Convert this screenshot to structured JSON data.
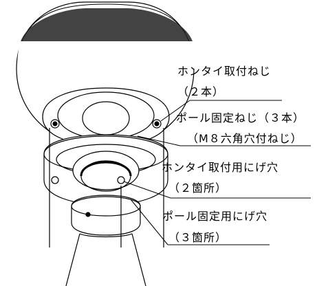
{
  "labels": {
    "main_screw": "ホンタイ取付ねじ",
    "main_screw_qty": "（２本）",
    "pole_screw": "ポール固定ねじ（３本）",
    "pole_screw_spec": "（M８六角穴付ねじ）",
    "main_hole": "ホンタイ取付用にげ穴",
    "main_hole_qty": "（２箇所）",
    "pole_hole": "ポール固定用にげ穴",
    "pole_hole_qty": "（３箇所）"
  }
}
